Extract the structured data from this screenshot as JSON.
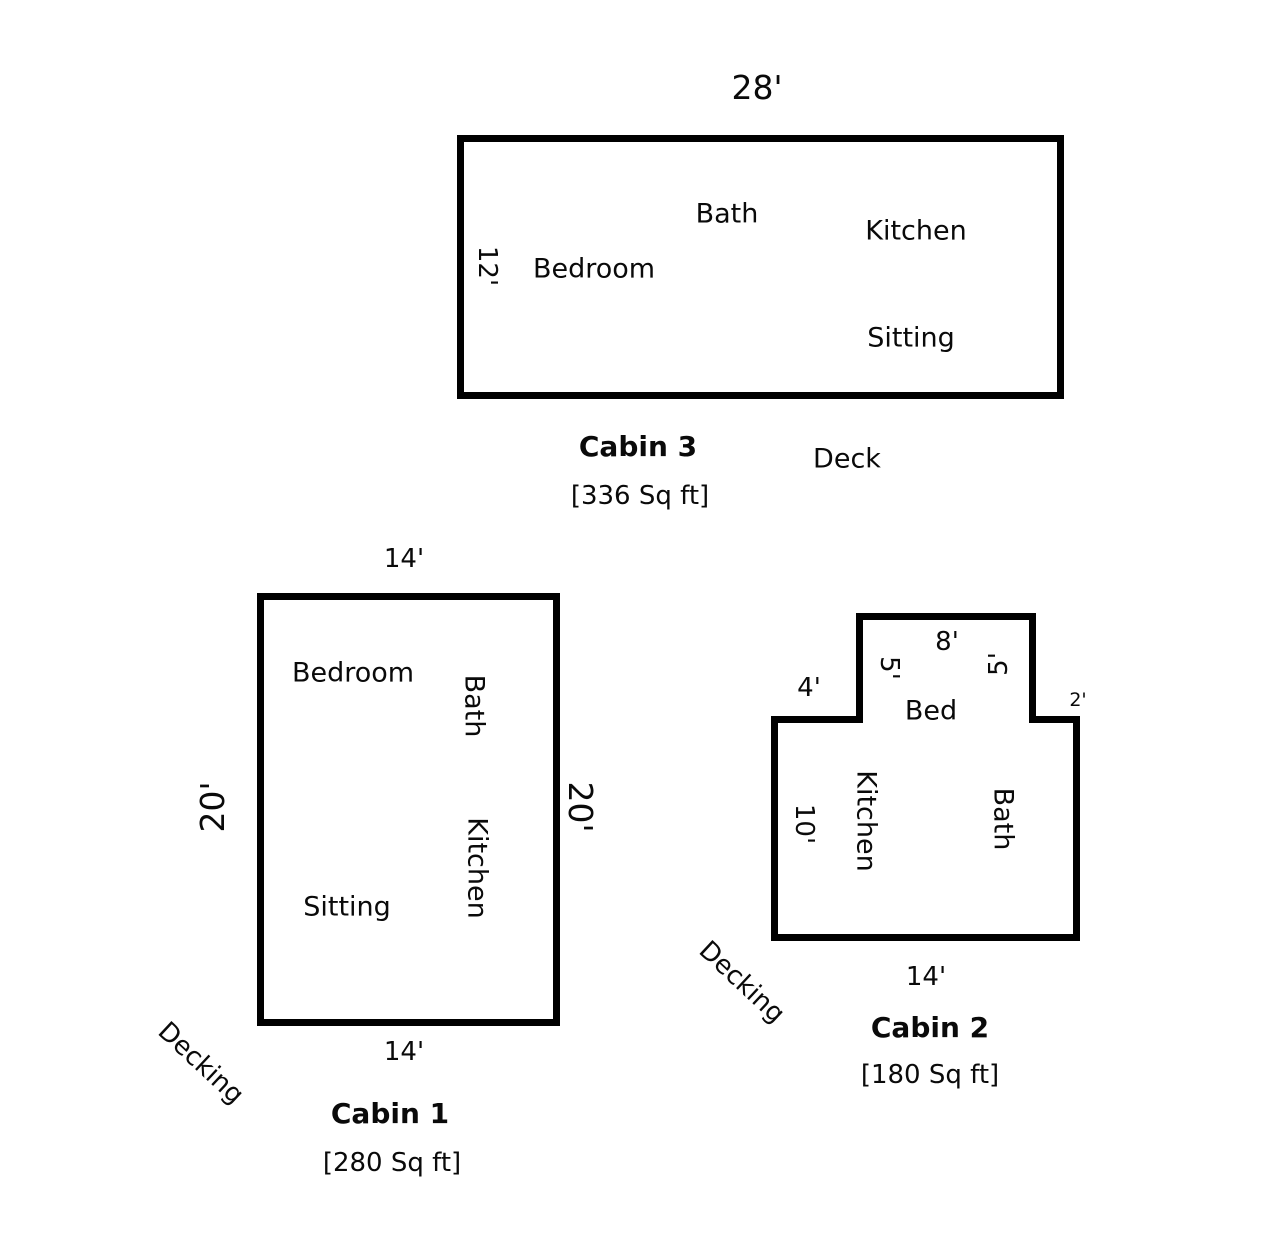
{
  "colors": {
    "line": "#000000",
    "background": "#ffffff",
    "text": "#0a0a0a"
  },
  "cabins": {
    "cabin3": {
      "title": "Cabin 3",
      "area": "[336 Sq ft]",
      "width_label": "28'",
      "height_label": "12'",
      "rooms": {
        "bedroom": "Bedroom",
        "bath": "Bath",
        "kitchen": "Kitchen",
        "sitting": "Sitting"
      },
      "deck_label": "Deck"
    },
    "cabin1": {
      "title": "Cabin 1",
      "area": "[280 Sq ft]",
      "top_width_label": "14'",
      "bottom_width_label": "14'",
      "left_height_label": "20'",
      "right_height_label": "20'",
      "rooms": {
        "bedroom": "Bedroom",
        "bath": "Bath",
        "kitchen": "Kitchen",
        "sitting": "Sitting"
      },
      "decking_label": "Decking"
    },
    "cabin2": {
      "title": "Cabin 2",
      "area": "[180 Sq ft]",
      "labels": {
        "notch_top": "8'",
        "notch_left": "5'",
        "notch_right": "5'",
        "left_segment": "4'",
        "right_segment": "2'",
        "left_height": "10'",
        "bottom_width": "14'"
      },
      "rooms": {
        "bed": "Bed",
        "kitchen": "Kitchen",
        "bath": "Bath"
      },
      "decking_label": "Decking"
    }
  }
}
